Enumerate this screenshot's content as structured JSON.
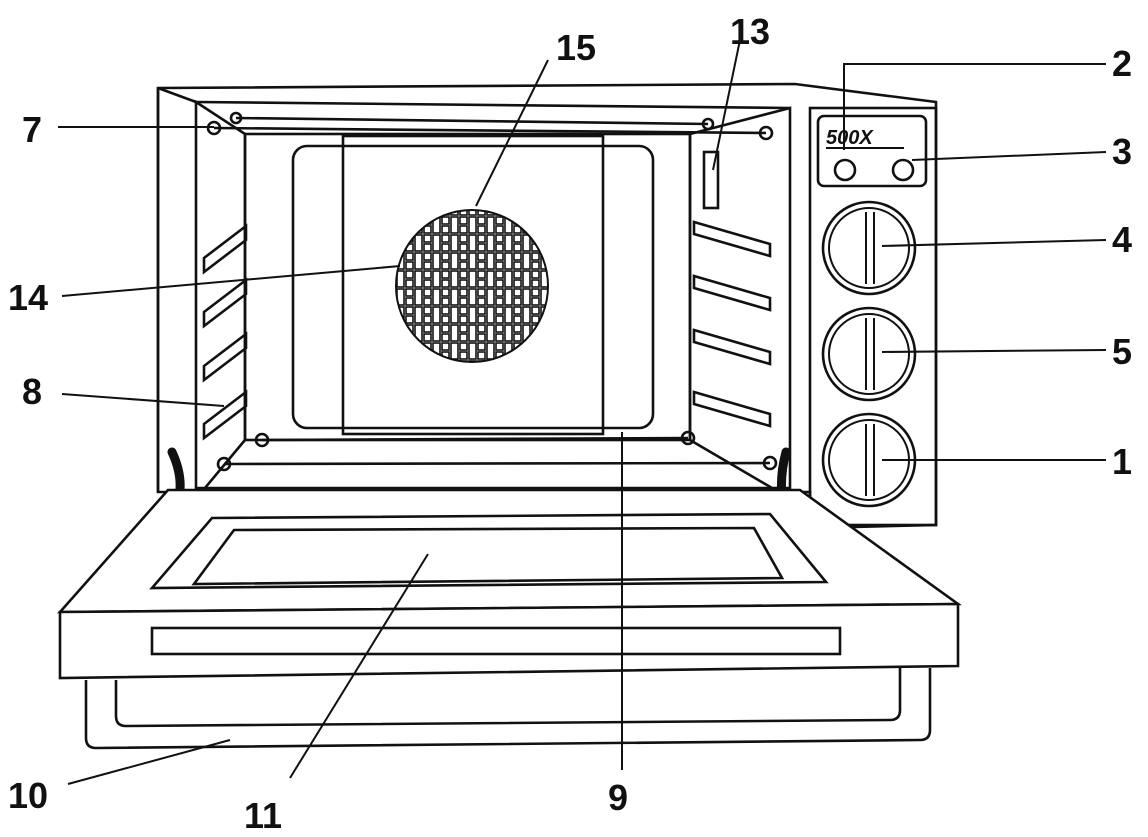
{
  "diagram": {
    "brand_logo": "500X",
    "colors": {
      "line": "#111111",
      "background": "#ffffff"
    },
    "callouts": [
      {
        "id": "c7",
        "number": "7"
      },
      {
        "id": "c15",
        "number": "15"
      },
      {
        "id": "c13",
        "number": "13"
      },
      {
        "id": "c2",
        "number": "2"
      },
      {
        "id": "c3",
        "number": "3"
      },
      {
        "id": "c4",
        "number": "4"
      },
      {
        "id": "c14",
        "number": "14"
      },
      {
        "id": "c5",
        "number": "5"
      },
      {
        "id": "c8",
        "number": "8"
      },
      {
        "id": "c1",
        "number": "1"
      },
      {
        "id": "c10",
        "number": "10"
      },
      {
        "id": "c11",
        "number": "11"
      },
      {
        "id": "c9",
        "number": "9"
      }
    ]
  }
}
